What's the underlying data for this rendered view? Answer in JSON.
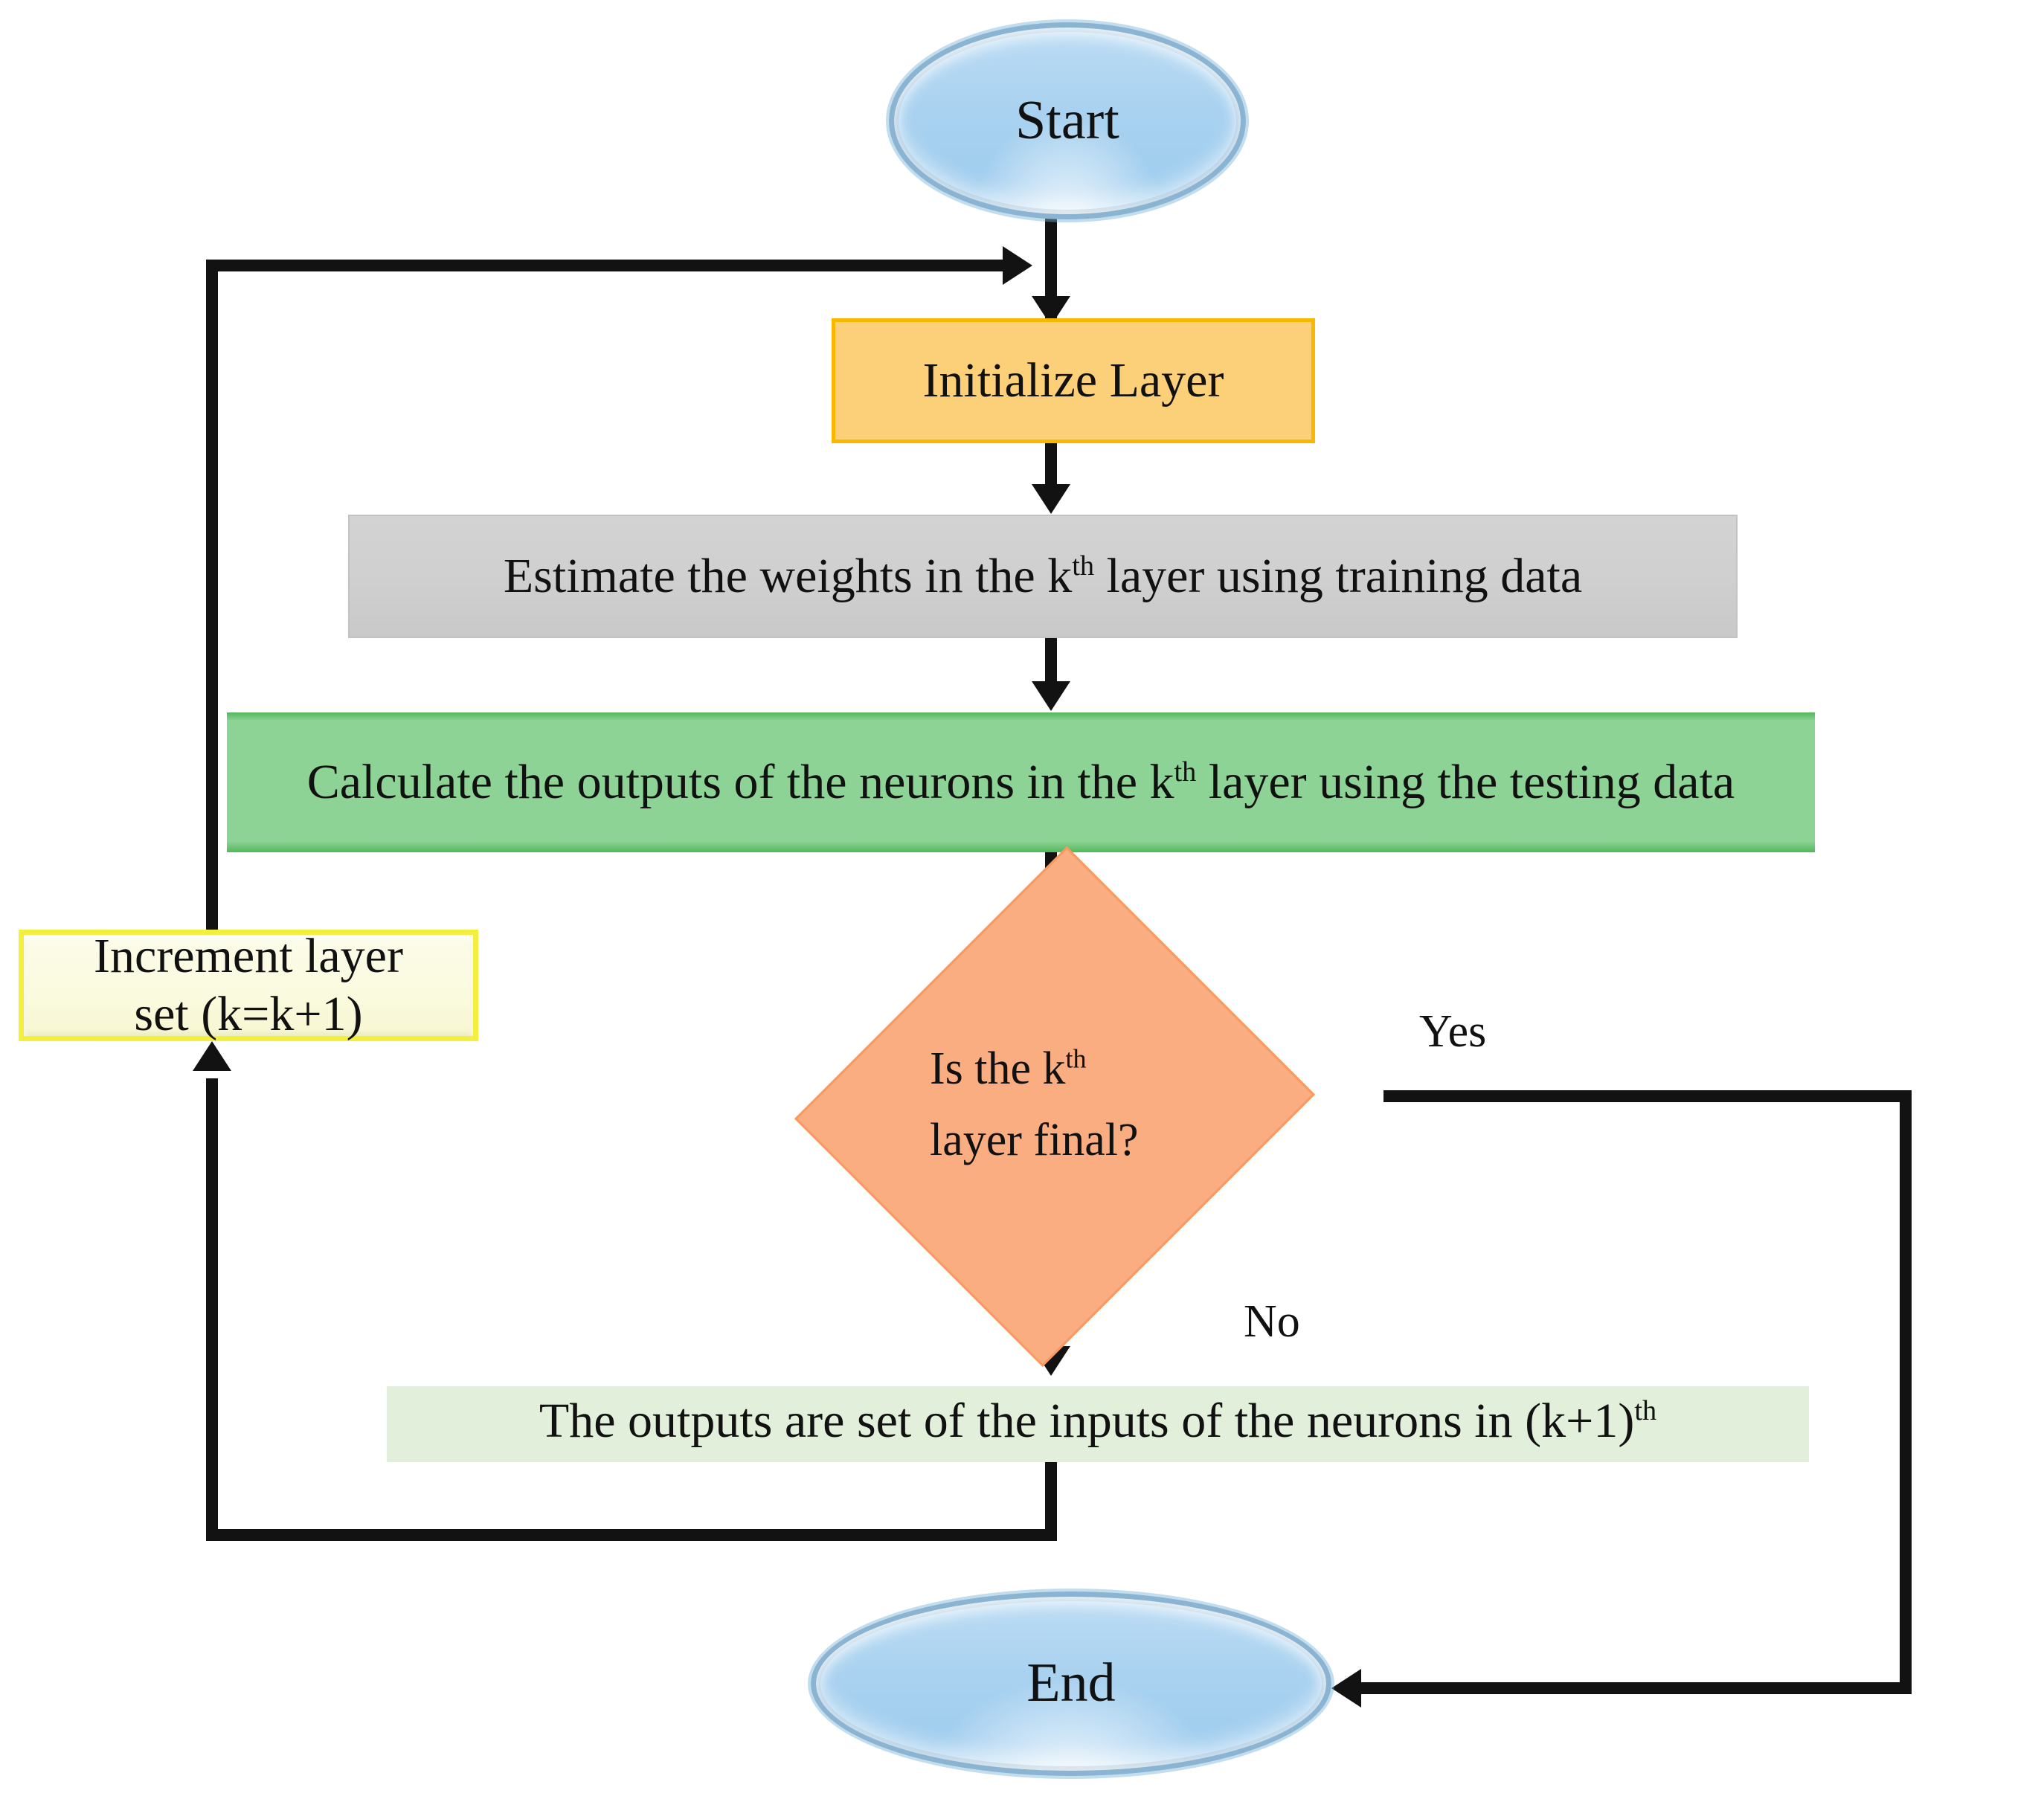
{
  "diagram": {
    "type": "flowchart",
    "title": "Layer-wise neural network training flowchart",
    "background": "#ffffff",
    "connector_color": "#121212"
  },
  "nodes": {
    "start": {
      "label": "Start",
      "shape": "terminator",
      "fill": "#a9d2f0",
      "border": "#8ab4d2"
    },
    "initialize": {
      "label": "Initialize Layer",
      "shape": "process",
      "fill": "#fcd079",
      "border": "#f8b700"
    },
    "estimate": {
      "text_before": "Estimate the weights in the k",
      "superscript": "th",
      "text_after": " layer using training data",
      "shape": "process",
      "fill": "#d0d0d0",
      "border": "#c2c2c2"
    },
    "calculate": {
      "text_before": "Calculate the outputs of the neurons in the k",
      "superscript": "th",
      "text_after": " layer using the testing data",
      "shape": "process",
      "fill": "#8ed396",
      "border": "#51b85a"
    },
    "decision": {
      "line1_before": "Is the k",
      "line1_superscript": "th",
      "line2": "layer final?",
      "shape": "decision",
      "fill": "#faad81",
      "border": "#f89a5f"
    },
    "increment": {
      "line1": "Increment layer",
      "line2": "set (k=k+1)",
      "shape": "process",
      "fill": "#fbfbe2",
      "border": "#f2ef3f"
    },
    "outputs": {
      "text_before": "The outputs are set of the inputs of the neurons in (k+1)",
      "superscript": "th",
      "text_after": "",
      "shape": "process",
      "fill": "#e2efda",
      "border": "none"
    },
    "end": {
      "label": "End",
      "shape": "terminator",
      "fill": "#a9d2f0",
      "border": "#8ab4d2"
    }
  },
  "edges": {
    "yes_label": "Yes",
    "no_label": "No"
  }
}
